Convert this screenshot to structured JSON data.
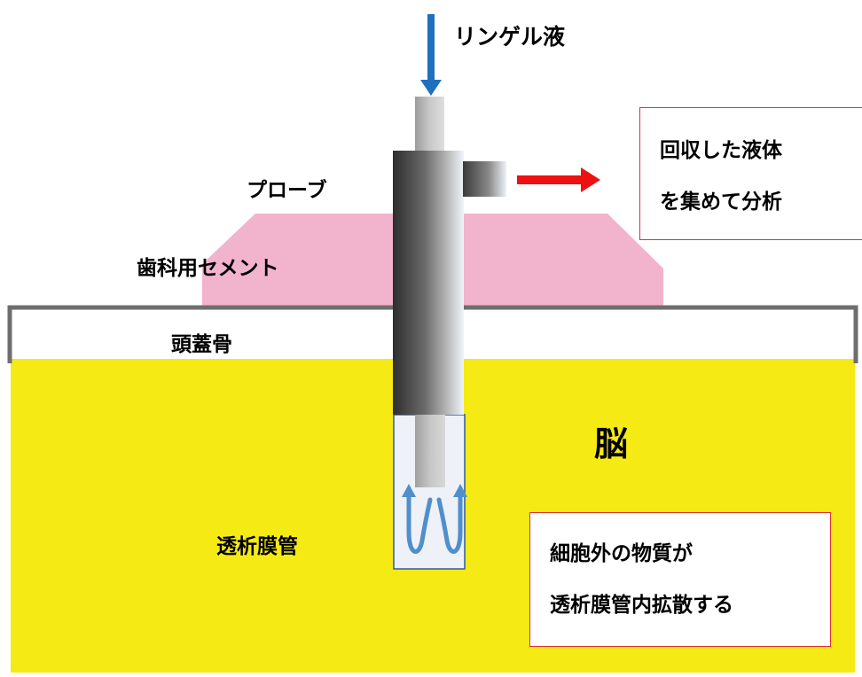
{
  "labels": {
    "ringer": "リンゲル液",
    "probe": "プローブ",
    "cement": "歯科用セメント",
    "skull": "頭蓋骨",
    "brain": "脳",
    "dialysis_tube": "透析膜管"
  },
  "outflow_box": {
    "line1": "回収した液体",
    "line2": "を集めて分析"
  },
  "diffusion_box": {
    "line1": "細胞外の物質が",
    "line2": "透析膜管内拡散する"
  },
  "colors": {
    "brain": "#f5ea14",
    "cement": "#f2b3cc",
    "skull_border": "#6e6e6e",
    "inflow_arrow": "#1f6fbf",
    "outflow_arrow": "#ee1111",
    "box_border": "#e03030",
    "loop": "#4f8fcb"
  }
}
